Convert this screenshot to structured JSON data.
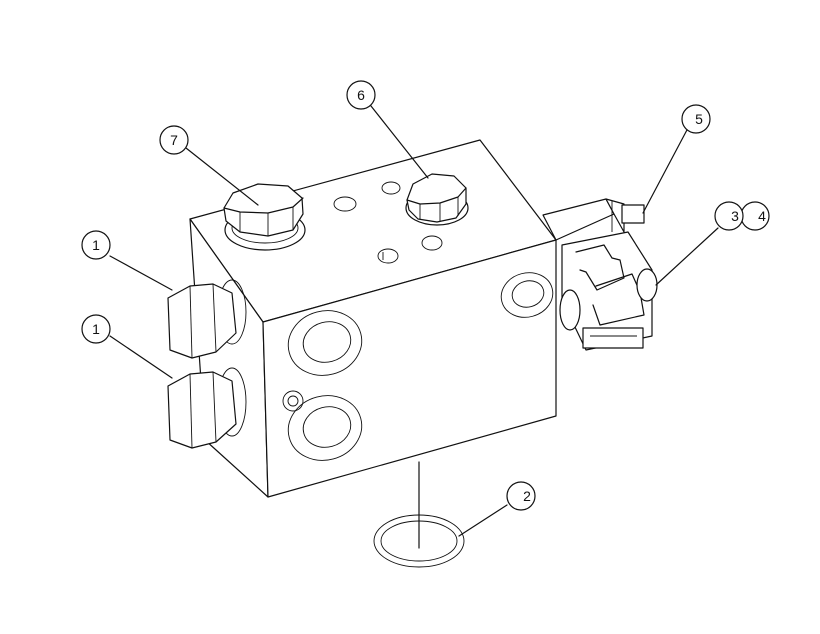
{
  "callouts": [
    {
      "id": "callout-7",
      "label": "7"
    },
    {
      "id": "callout-6",
      "label": "6"
    },
    {
      "id": "callout-5",
      "label": "5"
    },
    {
      "id": "callout-3",
      "label": "3"
    },
    {
      "id": "callout-4",
      "label": "4"
    },
    {
      "id": "callout-1-upper",
      "label": "1"
    },
    {
      "id": "callout-1-lower",
      "label": "1"
    },
    {
      "id": "callout-2",
      "label": "2"
    }
  ]
}
